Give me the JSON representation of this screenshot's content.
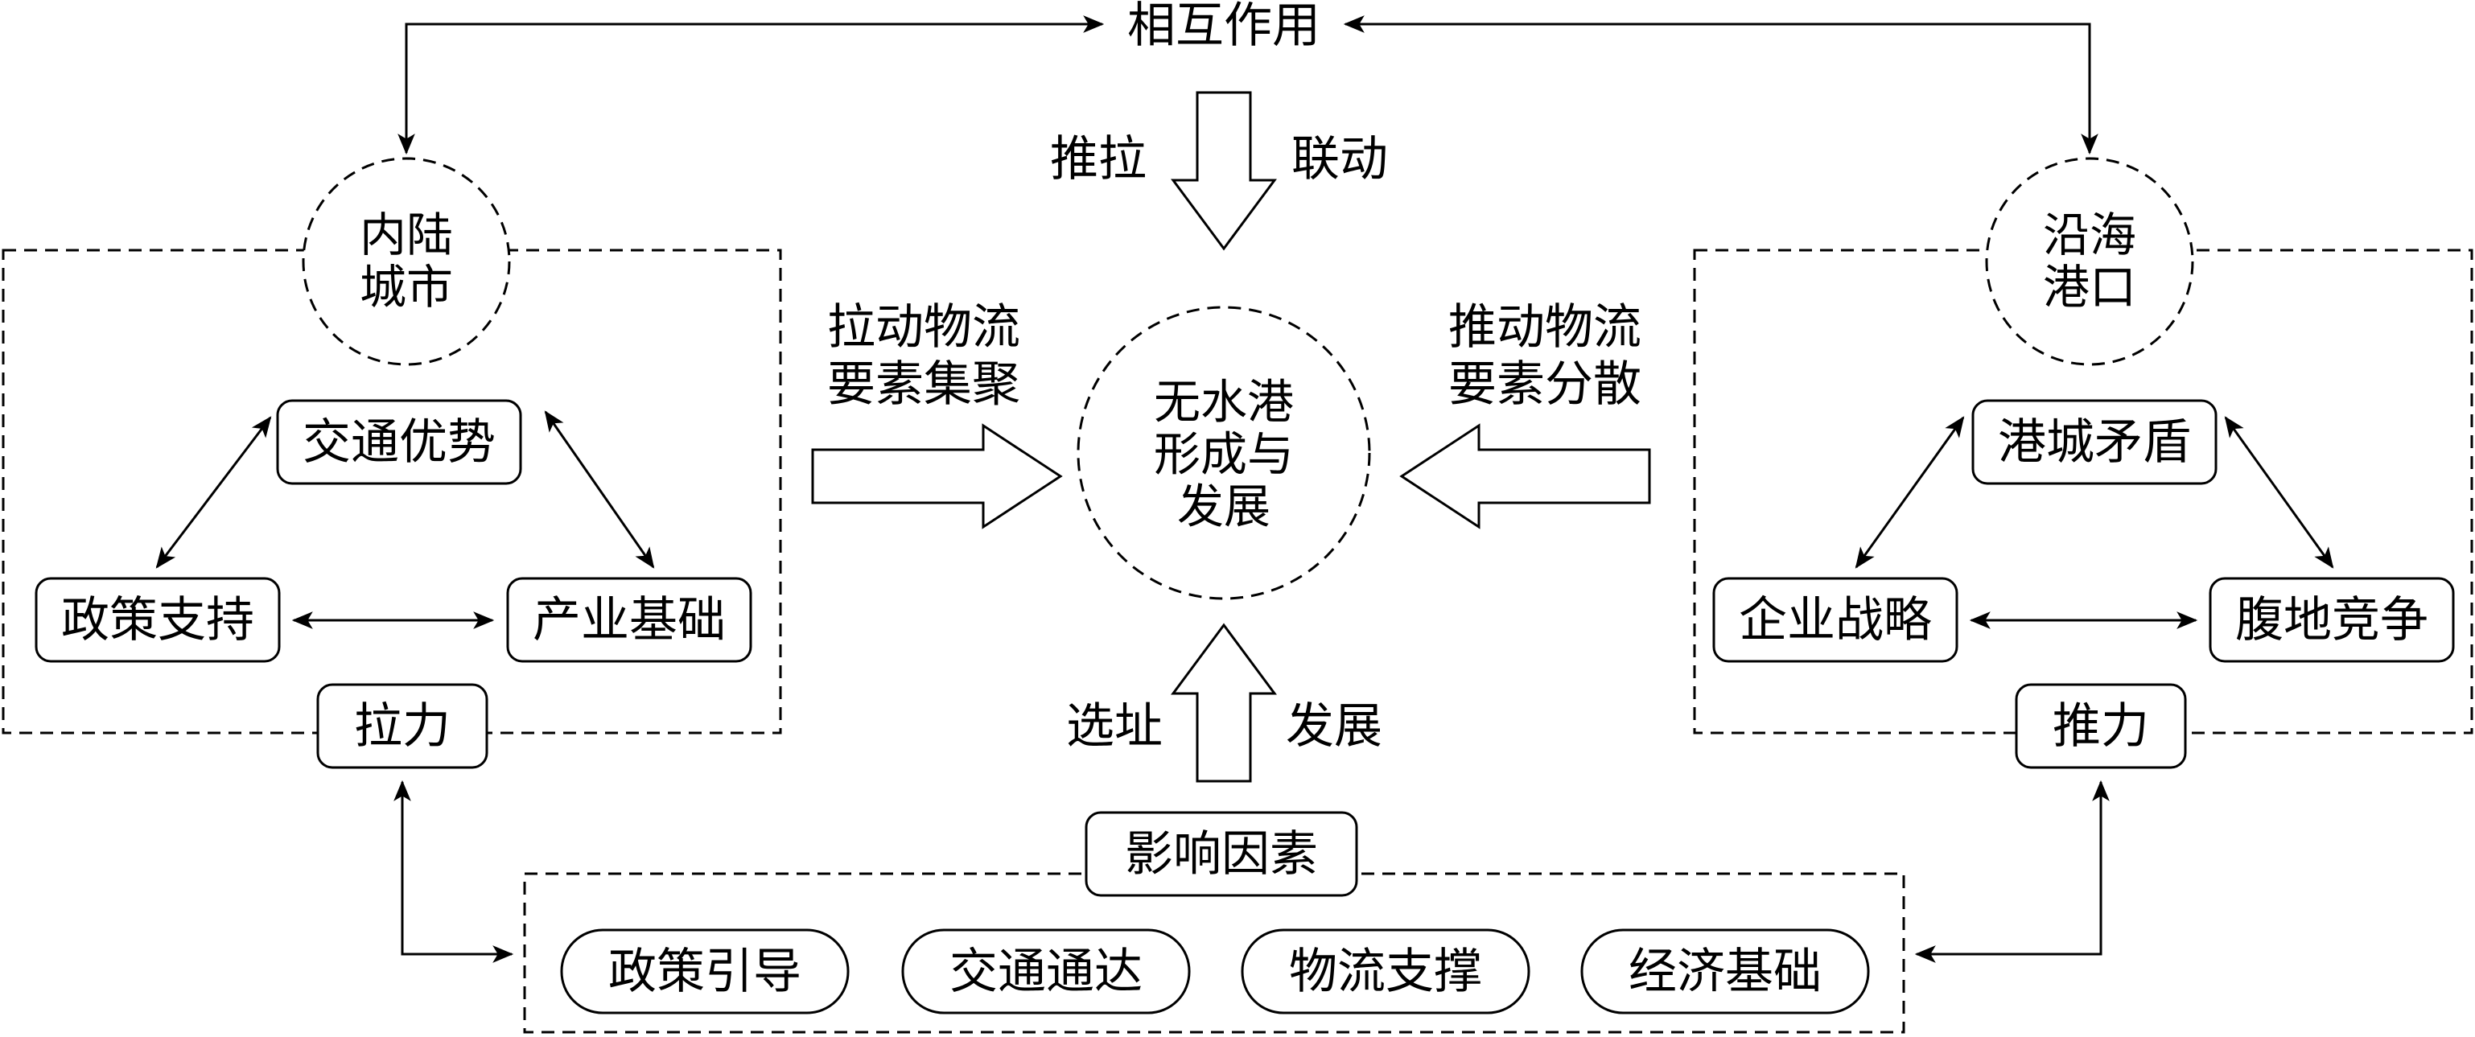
{
  "top": {
    "interaction": "相互作用"
  },
  "left_city": {
    "circle": "内陆\n城市",
    "boxes": [
      "交通优势",
      "政策支持",
      "产业基础"
    ],
    "force": "拉力"
  },
  "right_port": {
    "circle": "沿海\n港口",
    "boxes": [
      "港城矛盾",
      "企业战略",
      "腹地竞争"
    ],
    "force": "推力"
  },
  "center": {
    "core": "无水港\n形成与\n发展",
    "top_arrow": {
      "left": "推拉",
      "right": "联动"
    },
    "left_text": "拉动物流\n要素集聚",
    "right_text": "推动物流\n要素分散",
    "bottom_arrow": {
      "left": "选址",
      "right": "发展"
    }
  },
  "factors": {
    "title": "影响因素",
    "items": [
      "政策引导",
      "交通通达",
      "物流支撑",
      "经济基础"
    ]
  }
}
